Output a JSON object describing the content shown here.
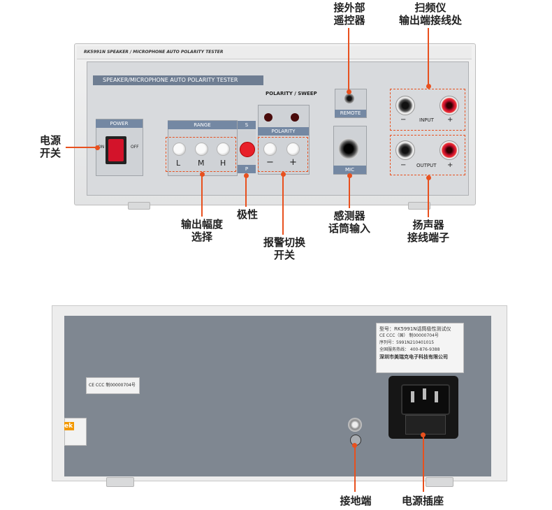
{
  "front": {
    "brand_band": "RK5991N SPEAKER / MICROPHONE AUTO POLARITY TESTER",
    "panel_title": "SPEAKER/MICROPHONE AUTO POLARITY TESTER",
    "power_header": "POWER",
    "power_on": "ON",
    "power_off": "OFF",
    "range_header": "RANGE",
    "range_buttons": [
      "L",
      "M",
      "H"
    ],
    "s_label": "S",
    "p_label": "P",
    "polarity_sweep_header": "POLARITY / SWEEP",
    "polarity_header": "POLARITY",
    "polarity_minus": "−",
    "polarity_plus": "+",
    "remote_label": "REMOTE",
    "mic_label": "MIC",
    "input_label": "INPUT",
    "output_label": "OUTPUT",
    "minus": "−",
    "plus": "+"
  },
  "annotations": {
    "remote_line1": "接外部",
    "remote_line2": "遥控器",
    "sweep_line1": "扫频仪",
    "sweep_line2": "输出端接线处",
    "power_line1": "电源",
    "power_line2": "开关",
    "range_line1": "输出幅度",
    "range_line2": "选择",
    "polarity": "极性",
    "alarm_line1": "报警切换",
    "alarm_line2": "开关",
    "mic_line1": "感测器",
    "mic_line2": "话筒输入",
    "speaker_line1": "扬声器",
    "speaker_line2": "接线端子",
    "ground": "接地端",
    "power_socket": "电源插座"
  },
  "rear": {
    "model_line": "型号：RK5991N话筒极性测试仪",
    "cert_line": "CE  CCC（国）  制00000704号",
    "serial_line": "序列号：5991N210401015",
    "hotline_line": "全国服务热线：  400-876-9388",
    "company_line": "深圳市美瑞克电子科技有限公司",
    "small_cert": "CE  CCC  制00000704号",
    "left_tag": "ek"
  },
  "colors": {
    "leader": "#e8501e",
    "panel_header": "#7488a3",
    "power_switch": "#d3132a",
    "polarity_button": "#e8202a"
  }
}
